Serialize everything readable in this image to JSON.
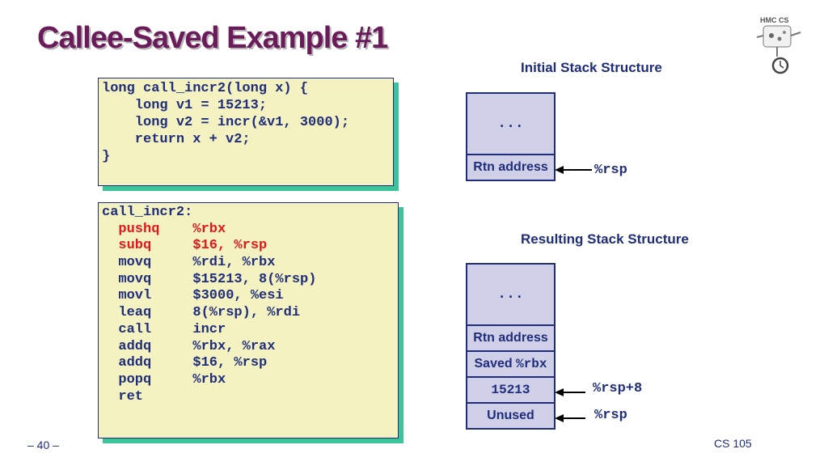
{
  "slide": {
    "title": "Callee-Saved Example #1",
    "page_number": "– 40 –",
    "course": "CS 105"
  },
  "logo": {
    "text": "HMC CS"
  },
  "c_code": {
    "lines": [
      "long call_incr2(long x) {",
      "    long v1 = 15213;",
      "    long v2 = incr(&v1, 3000);",
      "    return x + v2;",
      "}"
    ]
  },
  "asm_code": {
    "label": "call_incr2:",
    "instructions": [
      {
        "op": "pushq",
        "args": "%rbx",
        "highlight": true
      },
      {
        "op": "subq",
        "args": "$16, %rsp",
        "highlight": true
      },
      {
        "op": "movq",
        "args": "%rdi, %rbx",
        "highlight": false
      },
      {
        "op": "movq",
        "args": "$15213, 8(%rsp)",
        "highlight": false
      },
      {
        "op": "movl",
        "args": "$3000, %esi",
        "highlight": false
      },
      {
        "op": "leaq",
        "args": "8(%rsp), %rdi",
        "highlight": false
      },
      {
        "op": "call",
        "args": "incr",
        "highlight": false
      },
      {
        "op": "addq",
        "args": "%rbx, %rax",
        "highlight": false
      },
      {
        "op": "addq",
        "args": "$16, %rsp",
        "highlight": false
      },
      {
        "op": "popq",
        "args": "%rbx",
        "highlight": false
      },
      {
        "op": "ret",
        "args": "",
        "highlight": false
      }
    ]
  },
  "initial_stack": {
    "title": "Initial Stack Structure",
    "cells": [
      "...",
      "Rtn address"
    ],
    "pointer": "%rsp"
  },
  "resulting_stack": {
    "title": "Resulting Stack Structure",
    "cells": {
      "dots": "...",
      "rtn": "Rtn address",
      "saved_prefix": "Saved ",
      "saved_reg": "%rbx",
      "value": "15213",
      "unused": "Unused"
    },
    "pointer_plus8": "%rsp+8",
    "pointer": "%rsp"
  },
  "colors": {
    "title": "#6b1a5a",
    "text": "#1f2d7a",
    "highlight": "#e0181b",
    "code_bg": "#f5f2c1",
    "code_shadow": "#3cc39a",
    "stack_cell": "#cfcfe8"
  }
}
